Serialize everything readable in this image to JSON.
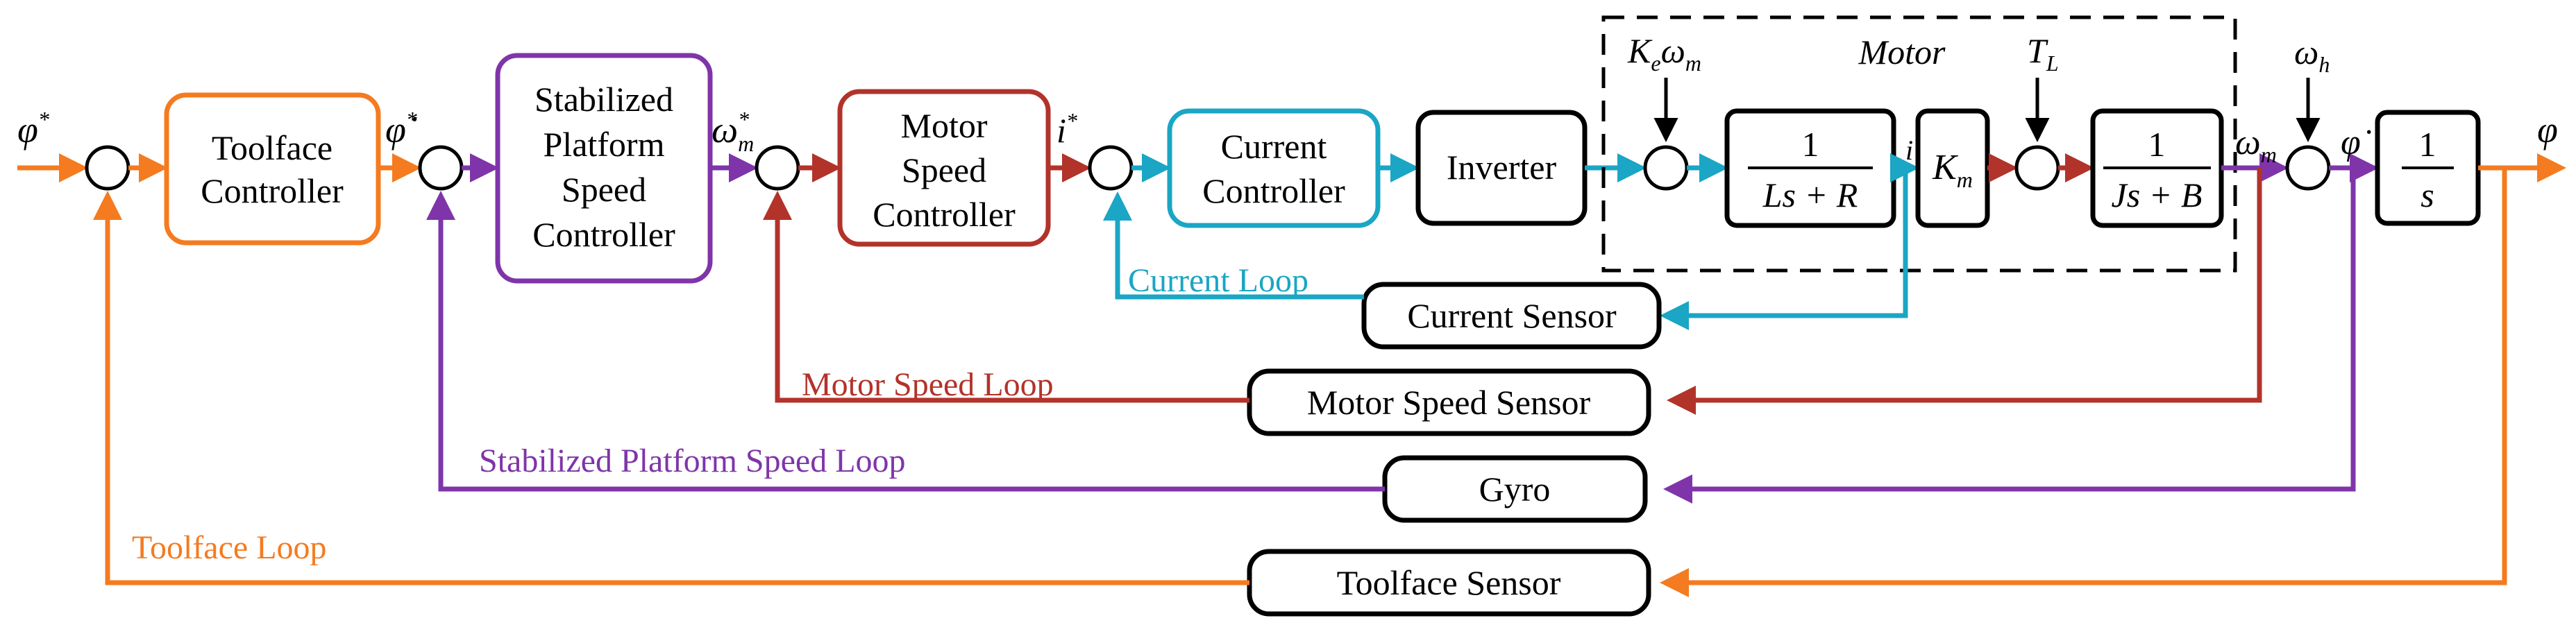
{
  "colors": {
    "toolface": "#f47b20",
    "platform": "#7f35a9",
    "motor_speed": "#b2332a",
    "current": "#1aa6c4",
    "black": "#000000"
  },
  "signals": {
    "phi_ref": "φ*",
    "phi_dot_ref": "φ̇*",
    "omega_m_ref": "ωm*",
    "i_ref": "i*",
    "ke_omega": "Keωm",
    "i": "i",
    "tl": "TL",
    "omega_m": "ωm",
    "omega_h": "ωh",
    "phi_dot": "φ̇",
    "phi": "φ"
  },
  "blocks": {
    "toolface_controller": [
      "Toolface",
      "Controller"
    ],
    "platform_controller": [
      "Stabilized",
      "Platform",
      "Speed",
      "Controller"
    ],
    "motor_speed_controller": [
      "Motor",
      "Speed",
      "Controller"
    ],
    "current_controller": [
      "Current",
      "Controller"
    ],
    "inverter": "Inverter",
    "motor_label": "Motor",
    "tf_electrical": {
      "num": "1",
      "den": "Ls + R"
    },
    "km": "Km",
    "tf_mechanical": {
      "num": "1",
      "den": "Js + B"
    },
    "integrator": {
      "num": "1",
      "den": "s"
    },
    "current_sensor": "Current Sensor",
    "motor_speed_sensor": "Motor Speed Sensor",
    "gyro": "Gyro",
    "toolface_sensor": "Toolface Sensor"
  },
  "loops": {
    "current": "Current Loop",
    "motor_speed": "Motor Speed Loop",
    "platform": "Stabilized Platform Speed Loop",
    "toolface": "Toolface Loop"
  }
}
